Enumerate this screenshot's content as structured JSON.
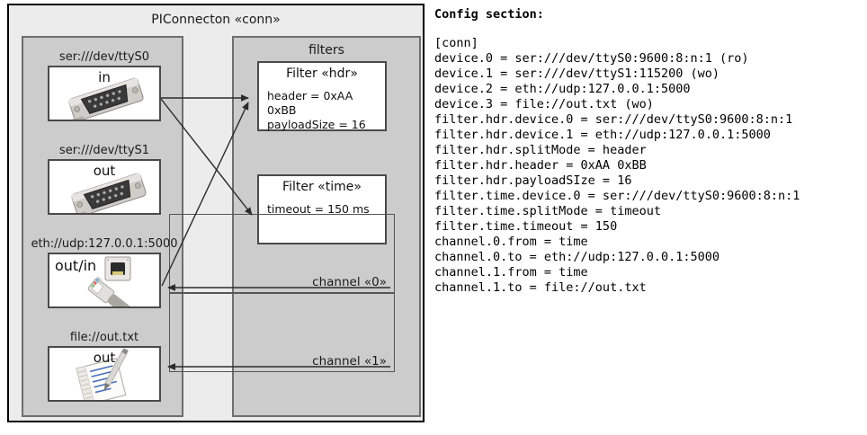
{
  "diagram": {
    "title": "PIConnecton «conn»",
    "devices_panel": {
      "groups": [
        {
          "label": "ser:///dev/ttyS0",
          "direction": "in",
          "icon": "serial-connector-icon"
        },
        {
          "label": "ser:///dev/ttyS1",
          "direction": "out",
          "icon": "serial-connector-icon"
        },
        {
          "label": "eth://udp:127.0.0.1:5000",
          "direction": "out/in",
          "icon": "ethernet-plug-icon"
        },
        {
          "label": "file://out.txt",
          "direction": "out",
          "icon": "text-file-icon"
        }
      ]
    },
    "filters_panel": {
      "title": "filters",
      "filters": [
        {
          "title": "Filter «hdr»",
          "props": [
            "header = 0xAA 0xBB",
            "payloadSize = 16"
          ]
        },
        {
          "title": "Filter «time»",
          "props": [
            "timeout = 150 ms"
          ]
        }
      ],
      "channels": [
        {
          "label": "channel «0»"
        },
        {
          "label": "channel «1»"
        }
      ]
    }
  },
  "config": {
    "heading": "Config section:",
    "lines": [
      "[conn]",
      "device.0 = ser:///dev/ttyS0:9600:8:n:1 (ro)",
      "device.1 = ser:///dev/ttyS1:115200 (wo)",
      "device.2 = eth://udp:127.0.0.1:5000",
      "device.3 = file://out.txt (wo)",
      "filter.hdr.device.0 = ser:///dev/ttyS0:9600:8:n:1",
      "filter.hdr.device.1 = eth://udp:127.0.0.1:5000",
      "filter.hdr.splitMode = header",
      "filter.hdr.header = 0xAA 0xBB",
      "filter.hdr.payloadSIze = 16",
      "filter.time.device.0 = ser:///dev/ttyS0:9600:8:n:1",
      "filter.time.splitMode = timeout",
      "filter.time.timeout = 150",
      "channel.0.from = time",
      "channel.0.to = eth://udp:127.0.0.1:5000",
      "channel.1.from = time",
      "channel.1.to = file://out.txt"
    ]
  },
  "colors": {
    "frame_bg": "#ececec",
    "panel_bg": "#cccccc",
    "panel_border": "#6e6e6e",
    "box_bg": "#ffffff",
    "box_border": "#4a4a4a",
    "line": "#333333"
  }
}
